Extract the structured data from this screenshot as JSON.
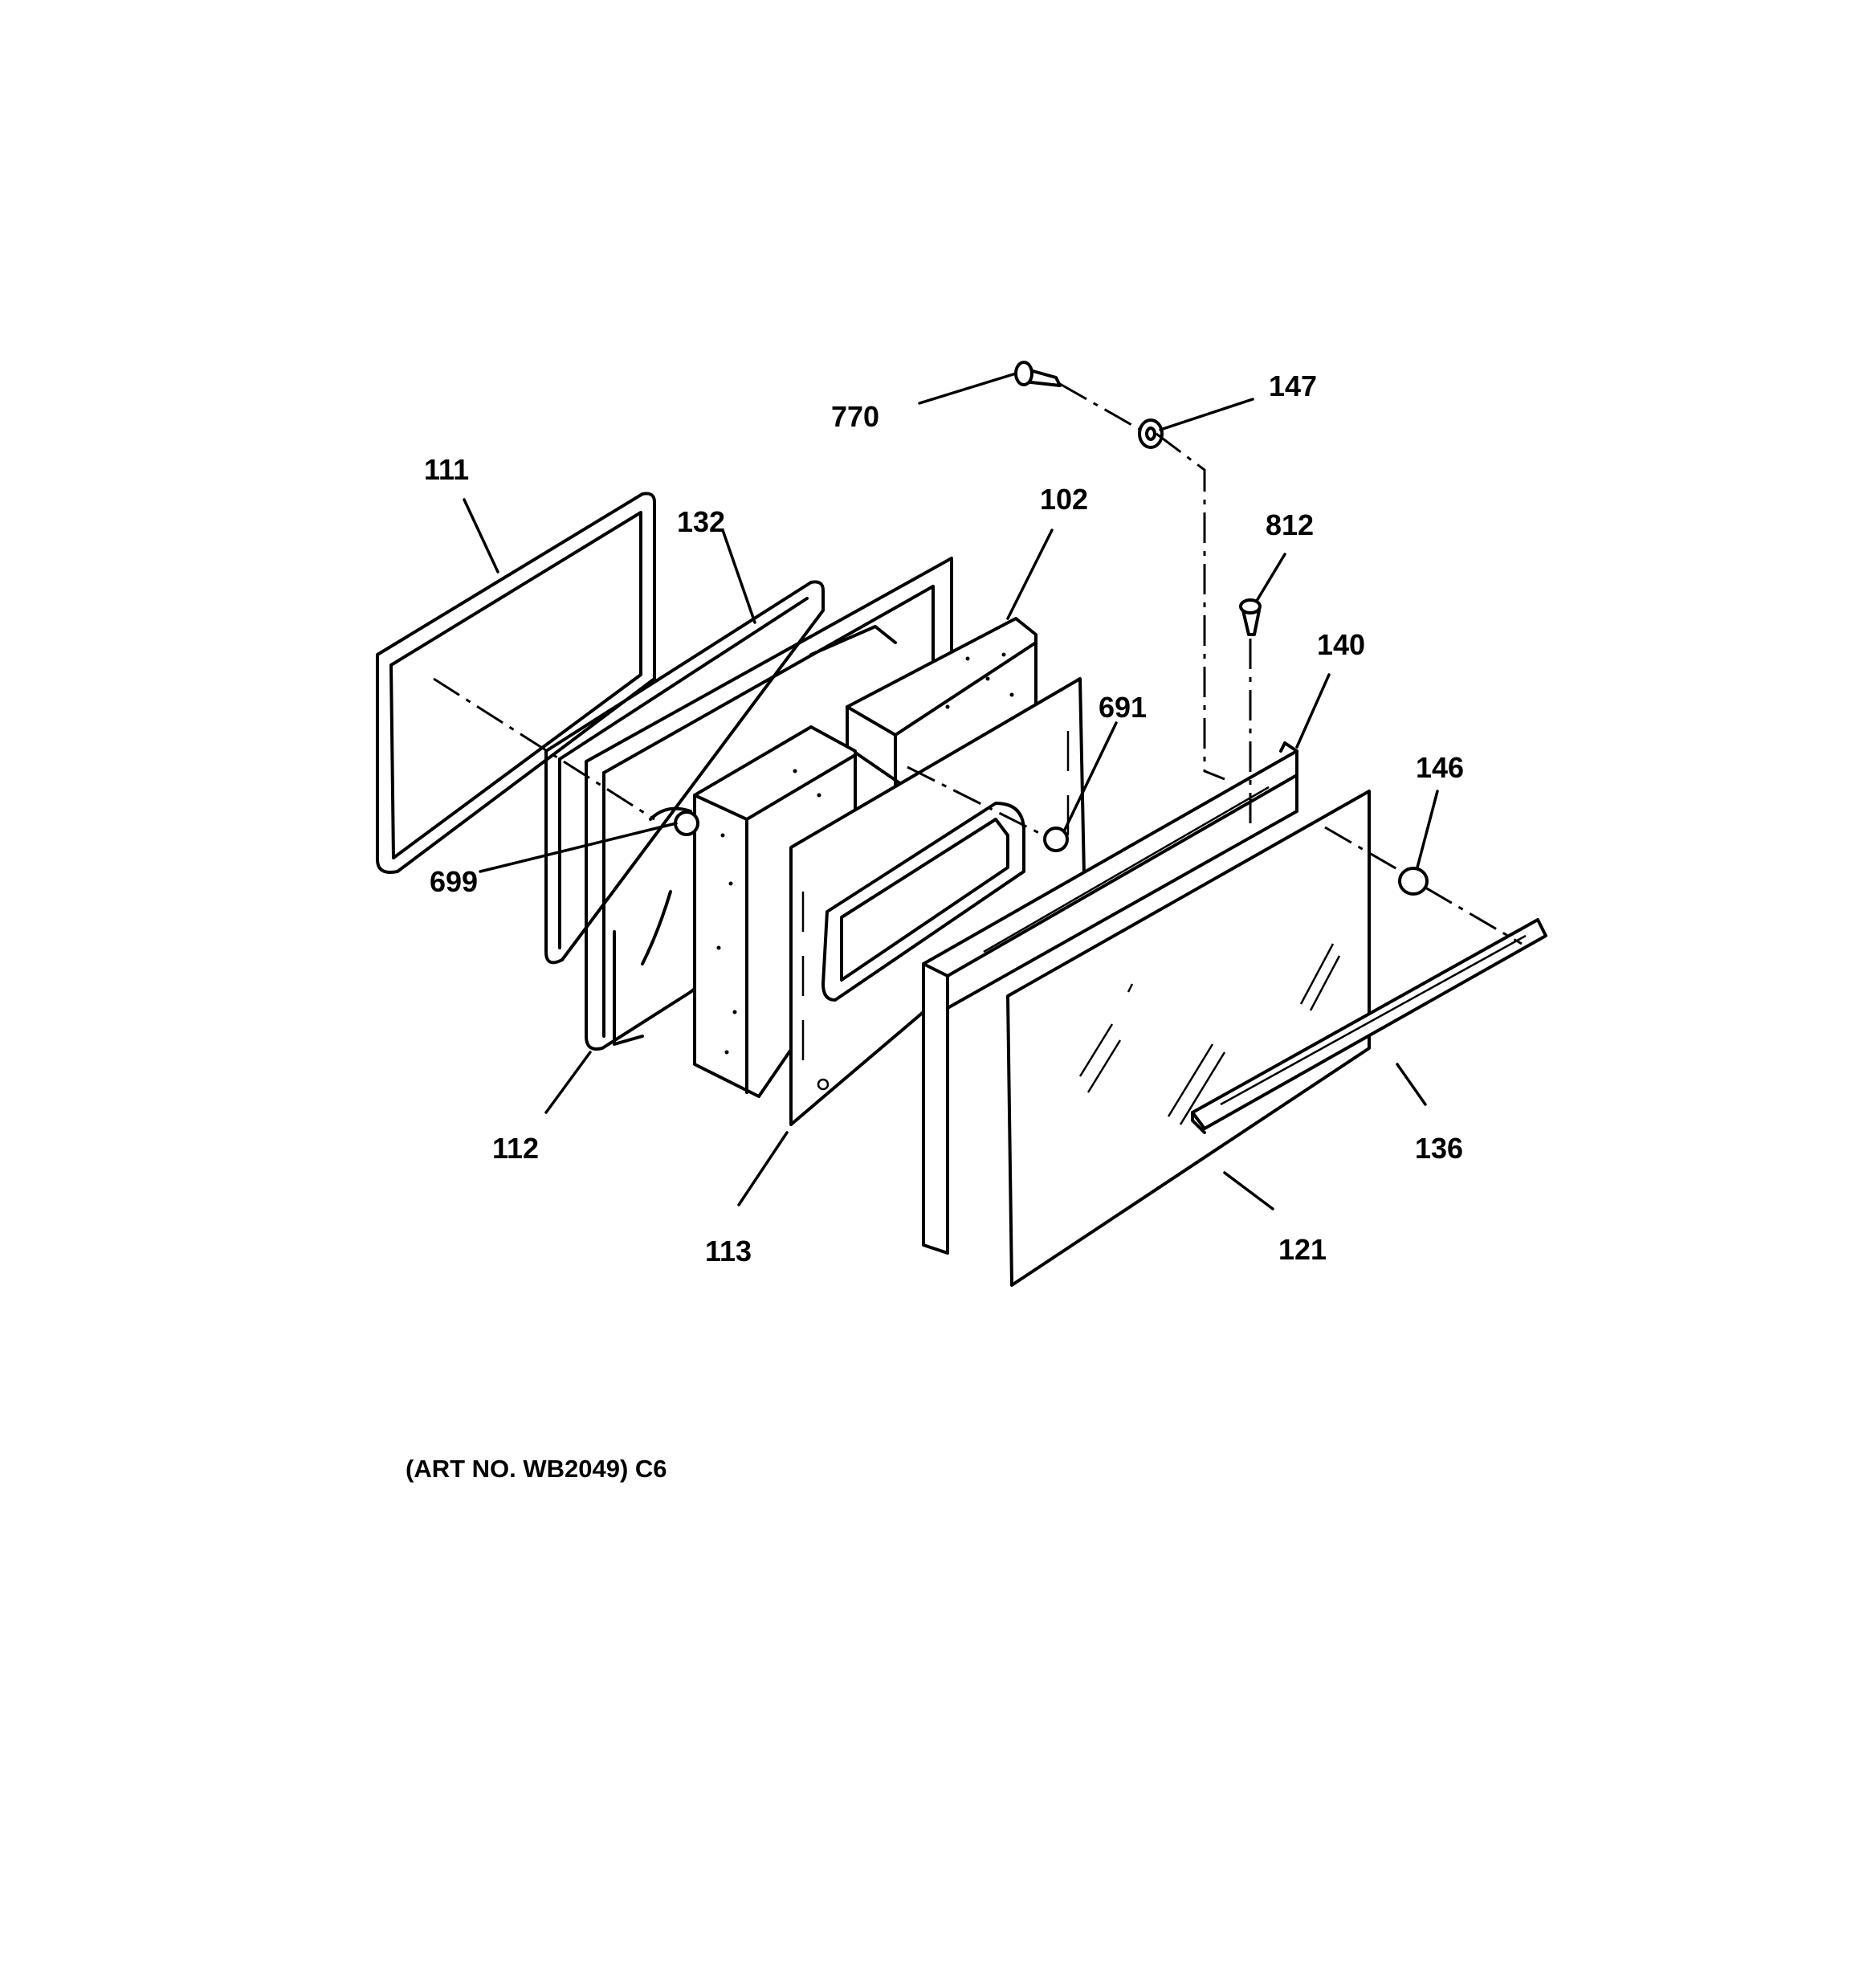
{
  "callouts": {
    "c770": "770",
    "c147": "147",
    "c111": "111",
    "c132": "132",
    "c102": "102",
    "c812": "812",
    "c140": "140",
    "c691": "691",
    "c146": "146",
    "c699": "699",
    "c112": "112",
    "c113": "113",
    "c136": "136",
    "c121": "121"
  },
  "caption": "(ART NO. WB2049) C6"
}
